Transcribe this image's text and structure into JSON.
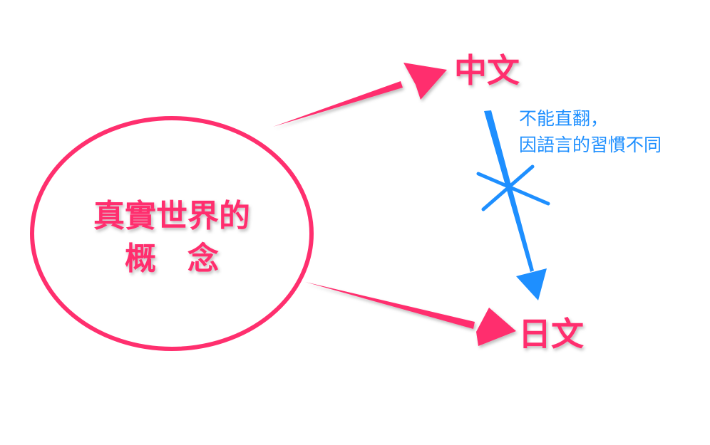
{
  "concept": {
    "line1": "真實世界的",
    "line2": "概　念"
  },
  "languages": {
    "chinese": "中文",
    "japanese": "日文"
  },
  "note": {
    "line1": "不能直翻，",
    "line2": "因語言的習慣不同"
  },
  "colors": {
    "pink": "#ff2f6e",
    "blue": "#1e8fff",
    "background": "#ffffff"
  }
}
